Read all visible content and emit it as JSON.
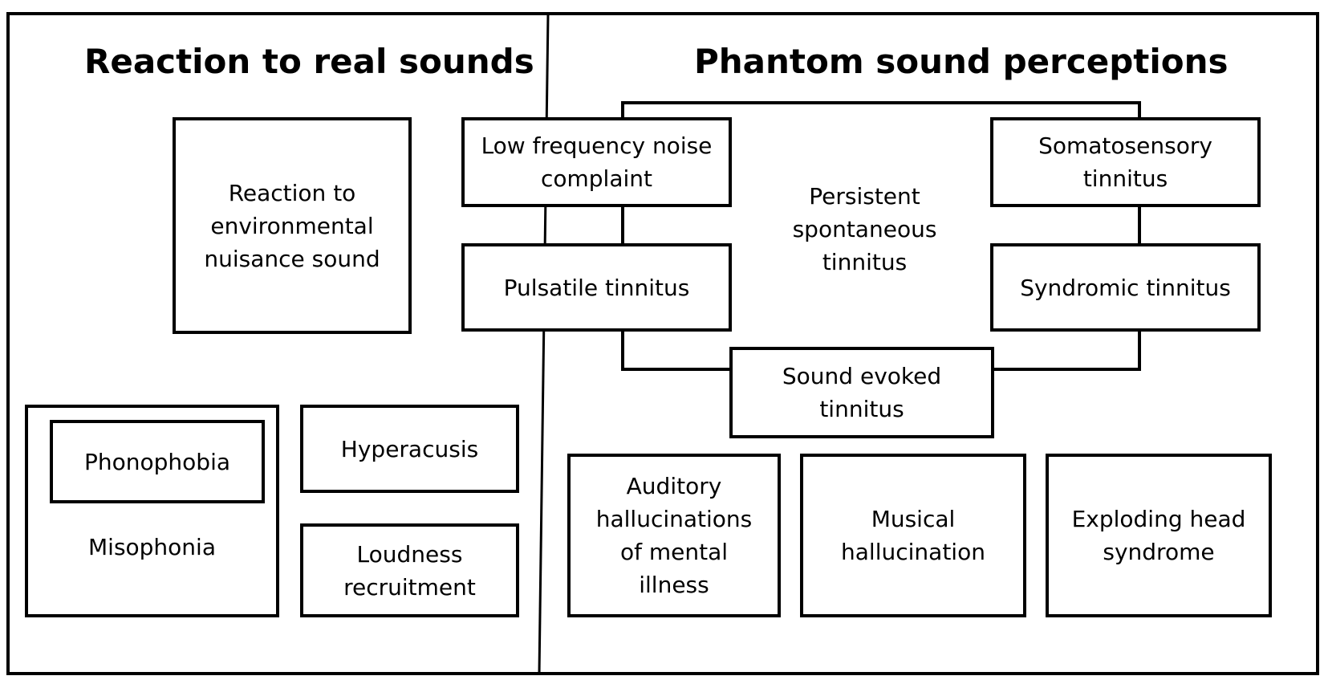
{
  "sections": {
    "left_title": "Reaction to real sounds",
    "right_title": "Phantom sound perceptions"
  },
  "nodes": {
    "env_nuisance": "Reaction to\nenvironmental\nnuisance sound",
    "phonophobia": "Phonophobia",
    "misophonia": "Misophonia",
    "hyperacusis": "Hyperacusis",
    "loudness_recruitment": "Loudness\nrecruitment",
    "low_freq_noise": "Low frequency noise\ncomplaint",
    "pulsatile_tinnitus": "Pulsatile tinnitus",
    "persistent_tinnitus": "Persistent\nspontaneous\ntinnitus",
    "somatosensory_tinnitus": "Somatosensory\ntinnitus",
    "syndromic_tinnitus": "Syndromic tinnitus",
    "sound_evoked_tinnitus": "Sound evoked\ntinnitus",
    "auditory_hallucinations": "Auditory\nhallucinations\nof mental\nillness",
    "musical_hallucination": "Musical\nhallucination",
    "exploding_head": "Exploding head\nsyndrome"
  }
}
